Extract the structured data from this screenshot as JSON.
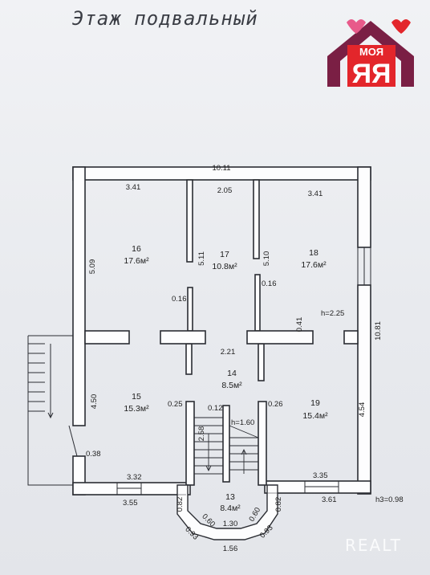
{
  "title": "Этаж подвальный",
  "logo": {
    "top": "МОЯ",
    "big": "ЯЯ",
    "house_color": "#7a1f44",
    "red": "#e3262b",
    "pink": "#e85a8a"
  },
  "watermark": "REALT",
  "wall_color": "#2b2d33",
  "dims": {
    "top_total": "10.11",
    "top_left": "3.41",
    "top_mid": "2.05",
    "top_right": "3.41",
    "left_upper": "5.09",
    "left_lower": "4.50",
    "right_total": "10.81",
    "right_lower": "4.54",
    "wall17_left": "5.11",
    "wall17_right": "5.10",
    "wall_016_left": "0.16",
    "wall_016_right": "0.16",
    "wall_041": "0.41",
    "corridor_w": "2.21",
    "wall_025": "0.25",
    "wall_012": "0.12",
    "wall_026": "0.26",
    "stair_len": "2.58",
    "stair_h": "h=1.60",
    "left_step": "0.38",
    "bottom_332": "3.32",
    "bottom_355": "3.55",
    "bottom_335": "3.35",
    "bottom_361": "3.61",
    "h_total": "h=2.25",
    "h_ground": "h3=0.98",
    "bay_left": "0.82",
    "bay_right": "0.82",
    "bay_diag_l": "0.93",
    "bay_diag_r": "0.93",
    "bay_060_l": "0.60",
    "bay_060_r": "0.60",
    "bay_130": "1.30",
    "bay_156": "1.56"
  },
  "rooms": [
    {
      "num": "16",
      "area": "17.6м²"
    },
    {
      "num": "17",
      "area": "10.8м²"
    },
    {
      "num": "18",
      "area": "17.6м²"
    },
    {
      "num": "14",
      "area": "8.5м²"
    },
    {
      "num": "15",
      "area": "15.3м²"
    },
    {
      "num": "19",
      "area": "15.4м²"
    },
    {
      "num": "13",
      "area": "8.4м²"
    }
  ]
}
